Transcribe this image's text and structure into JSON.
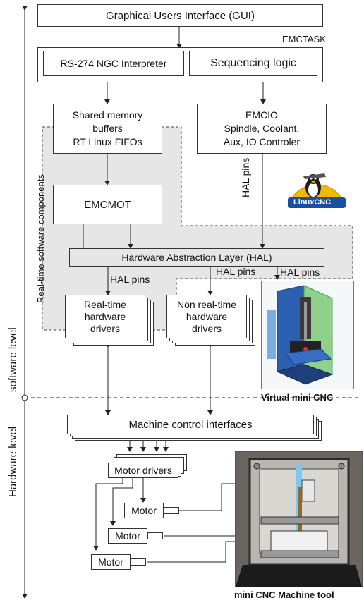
{
  "labels": {
    "gui": "Graphical Users Interface (GUI)",
    "emctask": "EMCTASK",
    "interpreter": "RS-274 NGC Interpreter",
    "sequencing": "Sequencing logic",
    "shm_line1": "Shared memory",
    "shm_line2": "buffers",
    "shm_line3": "RT Linux FIFOs",
    "emcio_line1": "EMCIO",
    "emcio_line2": "Spindle, Coolant,",
    "emcio_line3": "Aux, IO Controler",
    "emcmot": "EMCMOT",
    "hal": "Hardware Abstraction Layer (HAL)",
    "hal_pins_vertical": "HAL pins",
    "hal_pins_1": "HAL pins",
    "hal_pins_2": "HAL pins",
    "hal_pins_3": "HAL pins",
    "rt_drivers_line1": "Real-time",
    "rt_drivers_line2": "hardware",
    "rt_drivers_line3": "drivers",
    "nrt_drivers_line1": "Non real-time",
    "nrt_drivers_line2": "hardware",
    "nrt_drivers_line3": "drivers",
    "rt_components": "Real-time software components",
    "software_level": "software level",
    "hardware_level": "Hardware level",
    "virtual_cnc": "Virtual mini CNC",
    "machine_interfaces": "Machine control interfaces",
    "motor_drivers": "Motor drivers",
    "motor_1": "Motor",
    "motor_2": "Motor",
    "motor_3": "Motor",
    "mini_cnc": "mini CNC Machine tool",
    "linuxcnc_logo": "LinuxCNC"
  },
  "colors": {
    "rt_region": "#e6e6e6",
    "line": "#222222",
    "logo_yellow": "#f5b800",
    "logo_blue": "#1a4fa0",
    "cnc_green": "#8fd18a",
    "cnc_blue": "#2b5fb0"
  }
}
